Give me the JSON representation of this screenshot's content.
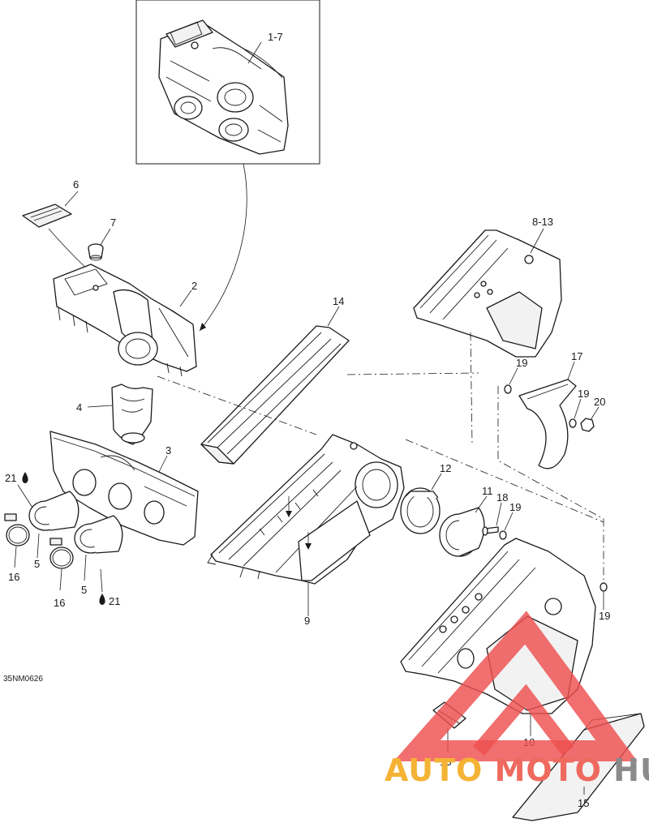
{
  "diagram_ref": "35NM0626",
  "callouts": {
    "c1_7": "1-7",
    "c2": "2",
    "c3": "3",
    "c4": "4",
    "c5a": "5",
    "c5b": "5",
    "c6": "6",
    "c7": "7",
    "c8_13": "8-13",
    "c9": "9",
    "c10": "10",
    "c11": "11",
    "c12": "12",
    "c13": "13",
    "c14": "14",
    "c15": "15",
    "c16a": "16",
    "c16b": "16",
    "c17": "17",
    "c18": "18",
    "c19a": "19",
    "c19b": "19",
    "c19c": "19",
    "c19d": "19",
    "c20": "20",
    "c21a": "21",
    "c21b": "21"
  },
  "watermark": {
    "word_1": "AUTO",
    "word_2": "MOTO",
    "word_3": "HUB",
    "color_1": "#f5b335",
    "color_2": "#ee6a5e",
    "color_3": "#8a8a8a",
    "triangle_color": "#ee4f4f"
  }
}
